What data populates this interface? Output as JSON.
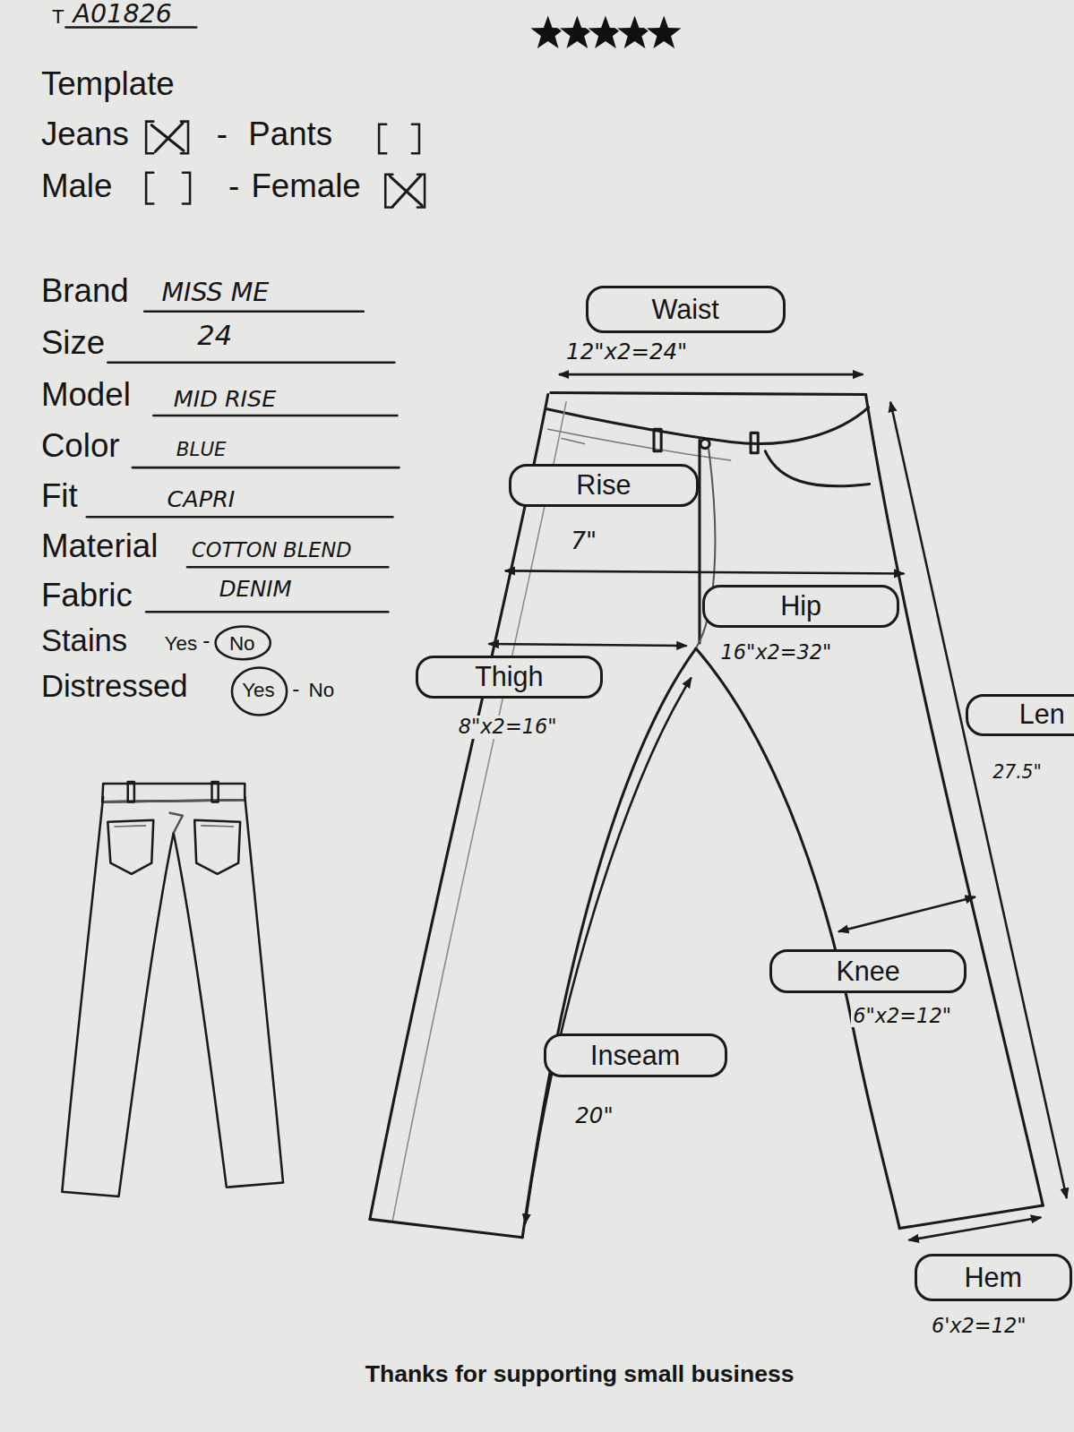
{
  "diagram": {
    "nodes": [
      {
        "text": [
          "Waist"
        ]
      },
      {
        "text": [
          "Rise"
        ]
      },
      {
        "text": [
          "Hip"
        ]
      },
      {
        "text": [
          "Thigh"
        ]
      },
      {
        "text": [
          "Len"
        ]
      },
      {
        "text": [
          "Knee"
        ]
      },
      {
        "text": [
          "Inseam"
        ]
      },
      {
        "text": [
          "Hem"
        ]
      }
    ],
    "labels": [
      "T",
      "A01826",
      "Template",
      "Jeans",
      "-",
      "Pants",
      "Male",
      "-",
      "Female",
      "Brand",
      "MISS ME",
      "Size",
      "24",
      "Model",
      "MID RISE",
      "Color",
      "BLUE",
      "Fit",
      "CAPRI",
      "Material",
      "COTTON BLEND",
      "Fabric",
      "DENIM",
      "Stains",
      "Yes",
      "-",
      "No",
      "Distressed",
      "Yes",
      "-",
      "No",
      "12\"x2=24\"",
      "7\"",
      "16\"x2=32\"",
      "8\"x2=16\"",
      "27.5\"",
      "6\"x2=12\"",
      "20\"",
      "6'x2=12\"",
      "Thanks for supporting small business"
    ]
  }
}
